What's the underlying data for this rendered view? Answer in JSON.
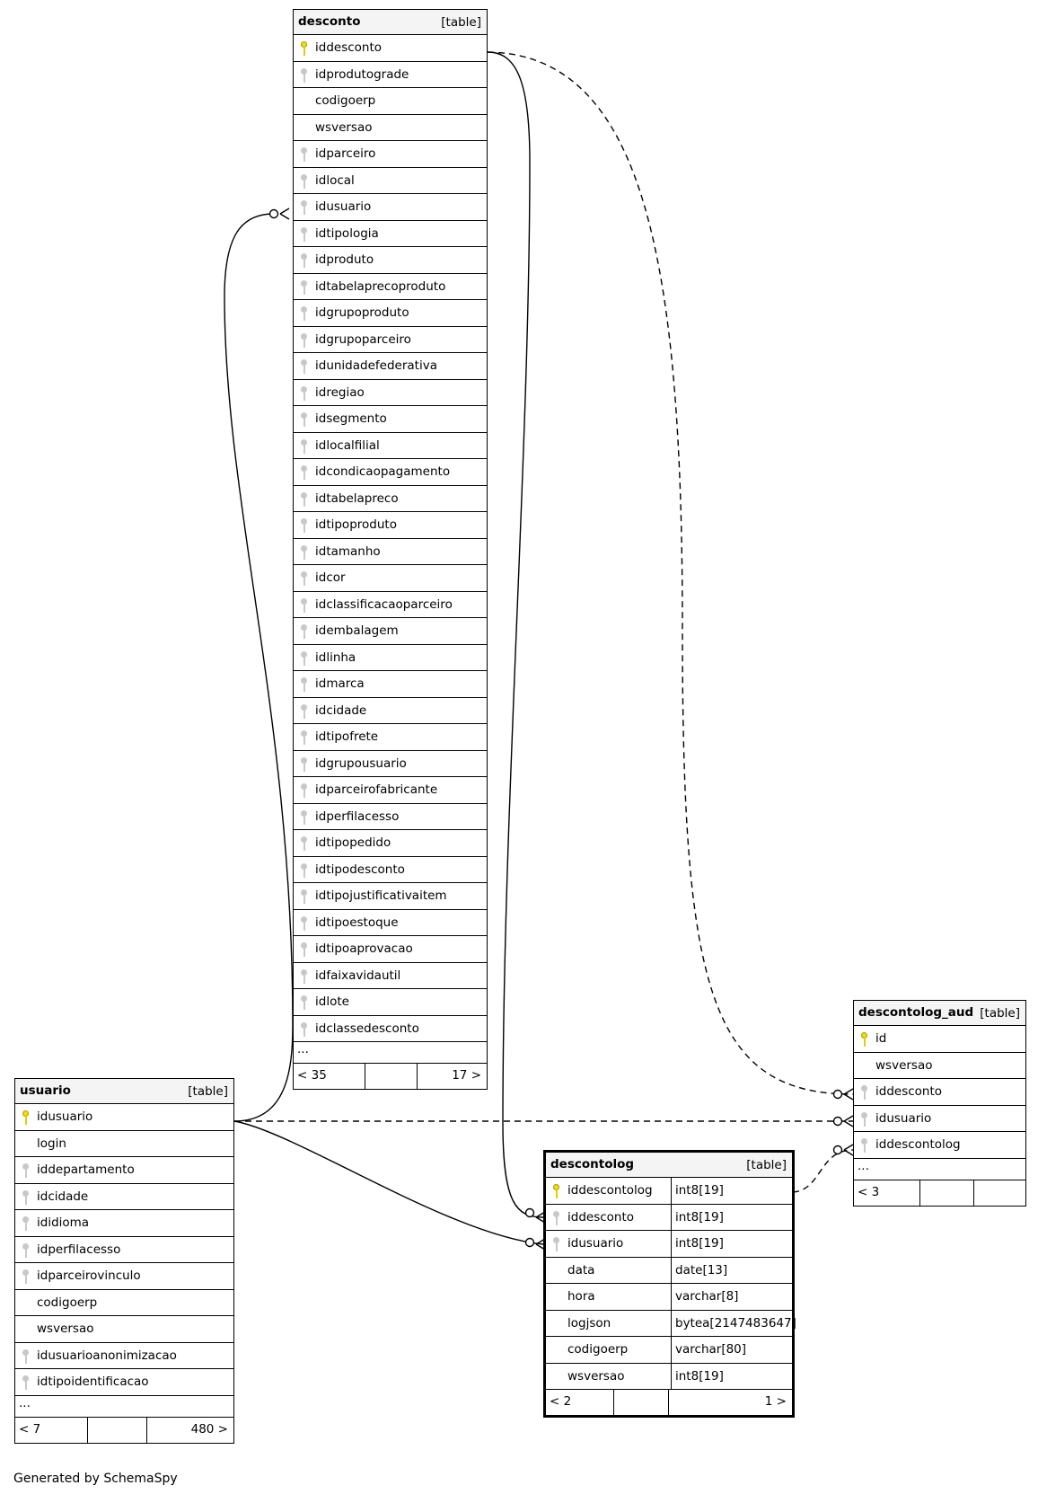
{
  "tables": {
    "desconto": {
      "name": "desconto",
      "type": "[table]",
      "columns": [
        {
          "name": "iddesconto",
          "key": "pk"
        },
        {
          "name": "idprodutograde",
          "key": "fk"
        },
        {
          "name": "codigoerp",
          "key": ""
        },
        {
          "name": "wsversao",
          "key": ""
        },
        {
          "name": "idparceiro",
          "key": "fk"
        },
        {
          "name": "idlocal",
          "key": "fk"
        },
        {
          "name": "idusuario",
          "key": "fk"
        },
        {
          "name": "idtipologia",
          "key": "fk"
        },
        {
          "name": "idproduto",
          "key": "fk"
        },
        {
          "name": "idtabelaprecoproduto",
          "key": "fk"
        },
        {
          "name": "idgrupoproduto",
          "key": "fk"
        },
        {
          "name": "idgrupoparceiro",
          "key": "fk"
        },
        {
          "name": "idunidadefederativa",
          "key": "fk"
        },
        {
          "name": "idregiao",
          "key": "fk"
        },
        {
          "name": "idsegmento",
          "key": "fk"
        },
        {
          "name": "idlocalfilial",
          "key": "fk"
        },
        {
          "name": "idcondicaopagamento",
          "key": "fk"
        },
        {
          "name": "idtabelapreco",
          "key": "fk"
        },
        {
          "name": "idtipoproduto",
          "key": "fk"
        },
        {
          "name": "idtamanho",
          "key": "fk"
        },
        {
          "name": "idcor",
          "key": "fk"
        },
        {
          "name": "idclassificacaoparceiro",
          "key": "fk"
        },
        {
          "name": "idembalagem",
          "key": "fk"
        },
        {
          "name": "idlinha",
          "key": "fk"
        },
        {
          "name": "idmarca",
          "key": "fk"
        },
        {
          "name": "idcidade",
          "key": "fk"
        },
        {
          "name": "idtipofrete",
          "key": "fk"
        },
        {
          "name": "idgrupousuario",
          "key": "fk"
        },
        {
          "name": "idparceirofabricante",
          "key": "fk"
        },
        {
          "name": "idperfilacesso",
          "key": "fk"
        },
        {
          "name": "idtipopedido",
          "key": "fk"
        },
        {
          "name": "idtipodesconto",
          "key": "fk"
        },
        {
          "name": "idtipojustificativaitem",
          "key": "fk"
        },
        {
          "name": "idtipoestoque",
          "key": "fk"
        },
        {
          "name": "idtipoaprovacao",
          "key": "fk"
        },
        {
          "name": "idfaixavidautil",
          "key": "fk"
        },
        {
          "name": "idlote",
          "key": "fk"
        },
        {
          "name": "idclassedesconto",
          "key": "fk"
        }
      ],
      "more": "...",
      "footer": {
        "left": "< 35",
        "right": "17 >"
      }
    },
    "usuario": {
      "name": "usuario",
      "type": "[table]",
      "columns": [
        {
          "name": "idusuario",
          "key": "pk"
        },
        {
          "name": "login",
          "key": ""
        },
        {
          "name": "iddepartamento",
          "key": "fk"
        },
        {
          "name": "idcidade",
          "key": "fk"
        },
        {
          "name": "ididioma",
          "key": "fk"
        },
        {
          "name": "idperfilacesso",
          "key": "fk"
        },
        {
          "name": "idparceirovinculo",
          "key": "fk"
        },
        {
          "name": "codigoerp",
          "key": ""
        },
        {
          "name": "wsversao",
          "key": ""
        },
        {
          "name": "idusuarioanonimizacao",
          "key": "fk"
        },
        {
          "name": "idtipoidentificacao",
          "key": "fk"
        }
      ],
      "more": "...",
      "footer": {
        "left": "< 7",
        "right": "480 >"
      }
    },
    "descontolog": {
      "name": "descontolog",
      "type": "[table]",
      "columns": [
        {
          "name": "iddescontolog",
          "key": "pk",
          "type": "int8[19]"
        },
        {
          "name": "iddesconto",
          "key": "fk",
          "type": "int8[19]"
        },
        {
          "name": "idusuario",
          "key": "fk",
          "type": "int8[19]"
        },
        {
          "name": "data",
          "key": "",
          "type": "date[13]"
        },
        {
          "name": "hora",
          "key": "",
          "type": "varchar[8]"
        },
        {
          "name": "logjson",
          "key": "",
          "type": "bytea[2147483647]"
        },
        {
          "name": "codigoerp",
          "key": "",
          "type": "varchar[80]"
        },
        {
          "name": "wsversao",
          "key": "",
          "type": "int8[19]"
        }
      ],
      "footer": {
        "left": "< 2",
        "right": "1 >"
      }
    },
    "descontolog_aud": {
      "name": "descontolog_aud",
      "type": "[table]",
      "columns": [
        {
          "name": "id",
          "key": "pk"
        },
        {
          "name": "wsversao",
          "key": ""
        },
        {
          "name": "iddesconto",
          "key": "fk"
        },
        {
          "name": "idusuario",
          "key": "fk"
        },
        {
          "name": "iddescontolog",
          "key": "fk"
        }
      ],
      "more": "...",
      "footer": {
        "left": "< 3",
        "right": ""
      }
    }
  },
  "credit": "Generated by SchemaSpy"
}
